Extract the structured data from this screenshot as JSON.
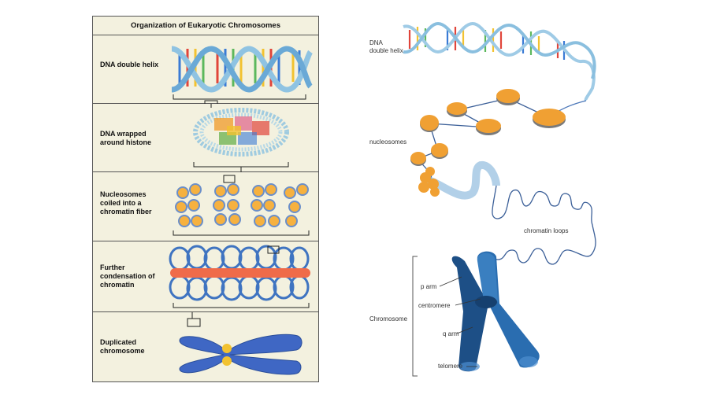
{
  "table": {
    "title": "Organization of Eukaryotic Chromosomes",
    "rows": [
      {
        "label": "DNA double helix"
      },
      {
        "label": "DNA wrapped around histone"
      },
      {
        "label": "Nucleosomes coiled into a chromatin fiber"
      },
      {
        "label": "Further condensation of chromatin"
      },
      {
        "label": "Duplicated chromosome"
      }
    ]
  },
  "right": {
    "dna": "DNA\ndouble helix",
    "nucleosomes": "nucleosomes",
    "chromatin_loops": "chromatin loops",
    "chromosome": "Chromosome",
    "p_arm": "p arm",
    "centromere": "centromere",
    "q_arm": "q arm",
    "telomere": "telomere"
  },
  "colors": {
    "helix_backbone": "#8fc3e2",
    "nucleosome_orange": "#f0a033",
    "chromatin_blue": "#3f74c1",
    "chromosome_dark": "#1d4f86",
    "core_red": "#ef6b4a",
    "table_bg": "#f3f1df"
  }
}
